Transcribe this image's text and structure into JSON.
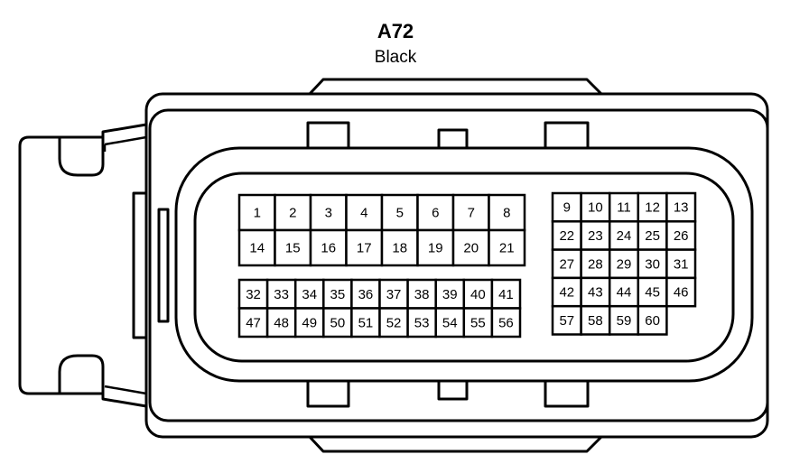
{
  "connector": {
    "name": "A72",
    "color": "Black"
  },
  "pin_groups": [
    {
      "group": "left-upper",
      "rows": [
        [
          "1",
          "2",
          "3",
          "4",
          "5",
          "6",
          "7",
          "8"
        ],
        [
          "14",
          "15",
          "16",
          "17",
          "18",
          "19",
          "20",
          "21"
        ]
      ]
    },
    {
      "group": "left-lower",
      "rows": [
        [
          "32",
          "33",
          "34",
          "35",
          "36",
          "37",
          "38",
          "39",
          "40",
          "41"
        ],
        [
          "47",
          "48",
          "49",
          "50",
          "51",
          "52",
          "53",
          "54",
          "55",
          "56"
        ]
      ]
    },
    {
      "group": "right",
      "rows": [
        [
          "9",
          "10",
          "11",
          "12",
          "13"
        ],
        [
          "22",
          "23",
          "24",
          "25",
          "26"
        ],
        [
          "27",
          "28",
          "29",
          "30",
          "31"
        ],
        [
          "42",
          "43",
          "44",
          "45",
          "46"
        ],
        [
          "57",
          "58",
          "59",
          "60"
        ]
      ]
    }
  ],
  "colors": {
    "stroke": "#000000",
    "background": "#ffffff"
  }
}
